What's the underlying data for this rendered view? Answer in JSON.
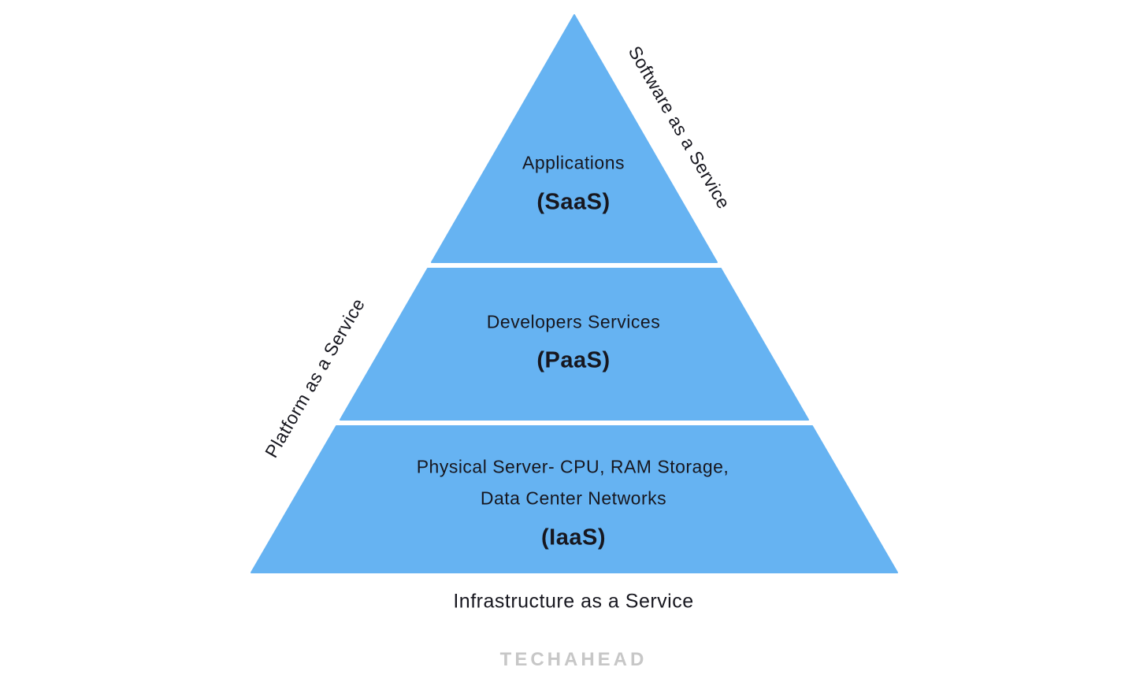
{
  "colors": {
    "pyramid_blue": "#66B3F2",
    "text_dark": "#17171F",
    "logo_gray": "#C7C7C7",
    "background": "#FFFFFF"
  },
  "diagram": {
    "tiers": {
      "saas": {
        "title": "Applications",
        "abbr": "(SaaS)"
      },
      "paas": {
        "title": "Developers Services",
        "abbr": "(PaaS)"
      },
      "iaas": {
        "line1": "Physical Server- CPU, RAM Storage,",
        "line2": "Data Center Networks",
        "abbr": "(IaaS)"
      }
    },
    "side_labels": {
      "software": "Software as a Service",
      "platform": "Platform as a Service",
      "infrastructure": "Infrastructure as a Service"
    }
  },
  "branding": {
    "logo_text": "TECHAHEAD"
  }
}
